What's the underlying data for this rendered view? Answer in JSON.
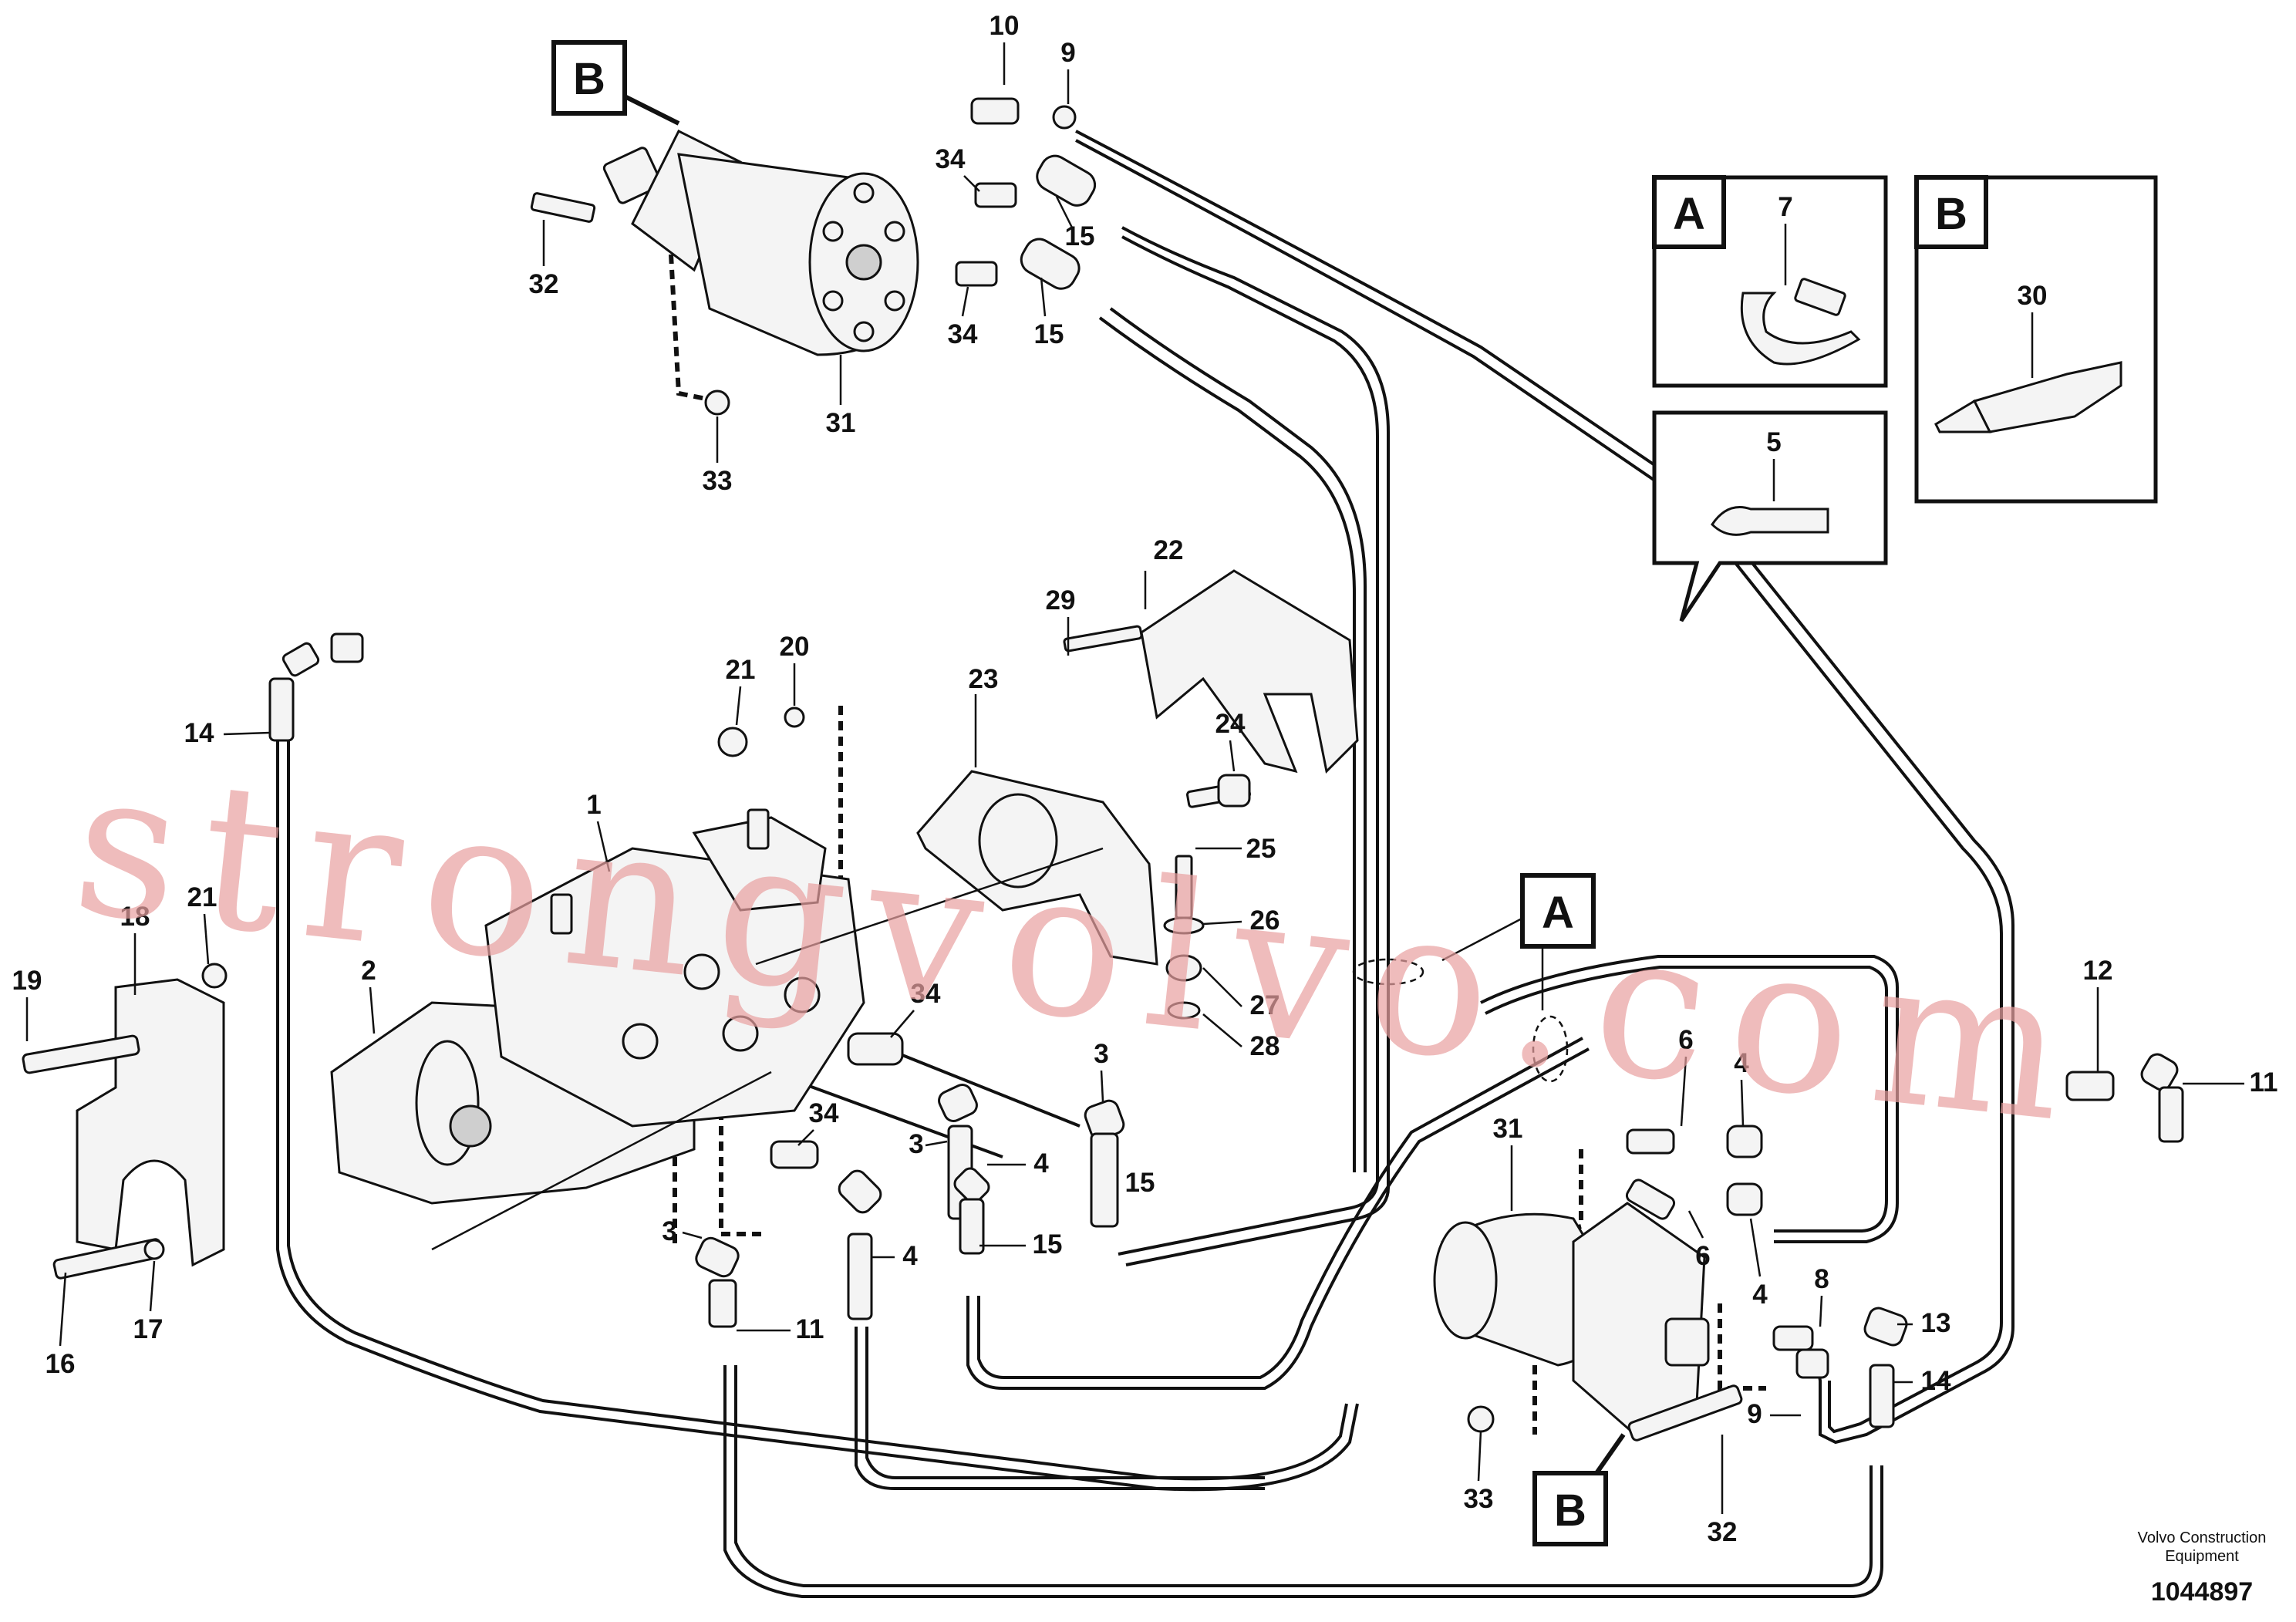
{
  "detail_views": [
    {
      "letter": "A",
      "part": "7"
    },
    {
      "letter": "B",
      "part": "30"
    },
    {
      "letter": "",
      "part": "5"
    }
  ],
  "callouts": {
    "a_main": "A",
    "b_top": "B",
    "b_bottom": "B"
  },
  "labels": [
    {
      "id": "l10",
      "text": "10"
    },
    {
      "id": "l9a",
      "text": "9"
    },
    {
      "id": "l34a",
      "text": "34"
    },
    {
      "id": "l15a",
      "text": "15"
    },
    {
      "id": "l34b",
      "text": "34"
    },
    {
      "id": "l15b",
      "text": "15"
    },
    {
      "id": "l32a",
      "text": "32"
    },
    {
      "id": "l31a",
      "text": "31"
    },
    {
      "id": "l33a",
      "text": "33"
    },
    {
      "id": "l22",
      "text": "22"
    },
    {
      "id": "l29",
      "text": "29"
    },
    {
      "id": "l23",
      "text": "23"
    },
    {
      "id": "l24",
      "text": "24"
    },
    {
      "id": "l25",
      "text": "25"
    },
    {
      "id": "l26",
      "text": "26"
    },
    {
      "id": "l27",
      "text": "27"
    },
    {
      "id": "l28",
      "text": "28"
    },
    {
      "id": "l21a",
      "text": "21"
    },
    {
      "id": "l20",
      "text": "20"
    },
    {
      "id": "l14a",
      "text": "14"
    },
    {
      "id": "l1",
      "text": "1"
    },
    {
      "id": "l2",
      "text": "2"
    },
    {
      "id": "l18",
      "text": "18"
    },
    {
      "id": "l21b",
      "text": "21"
    },
    {
      "id": "l19",
      "text": "19"
    },
    {
      "id": "l16",
      "text": "16"
    },
    {
      "id": "l17",
      "text": "17"
    },
    {
      "id": "l34c",
      "text": "34"
    },
    {
      "id": "l3a",
      "text": "3"
    },
    {
      "id": "l34d",
      "text": "34"
    },
    {
      "id": "l3b",
      "text": "3"
    },
    {
      "id": "l4a",
      "text": "4"
    },
    {
      "id": "l15c",
      "text": "15"
    },
    {
      "id": "l3c",
      "text": "3"
    },
    {
      "id": "l4b",
      "text": "4"
    },
    {
      "id": "l11a",
      "text": "11"
    },
    {
      "id": "l15d",
      "text": "15"
    },
    {
      "id": "l12",
      "text": "12"
    },
    {
      "id": "l11b",
      "text": "11"
    },
    {
      "id": "l6a",
      "text": "6"
    },
    {
      "id": "l4c",
      "text": "4"
    },
    {
      "id": "l31b",
      "text": "31"
    },
    {
      "id": "l6b",
      "text": "6"
    },
    {
      "id": "l4d",
      "text": "4"
    },
    {
      "id": "l8",
      "text": "8"
    },
    {
      "id": "l13",
      "text": "13"
    },
    {
      "id": "l14b",
      "text": "14"
    },
    {
      "id": "l9b",
      "text": "9"
    },
    {
      "id": "l33b",
      "text": "33"
    },
    {
      "id": "l32b",
      "text": "32"
    }
  ],
  "footer": {
    "brand_line1": "Volvo Construction",
    "brand_line2": "Equipment",
    "doc_number": "1044897"
  },
  "watermark": "strongvolvo.com"
}
